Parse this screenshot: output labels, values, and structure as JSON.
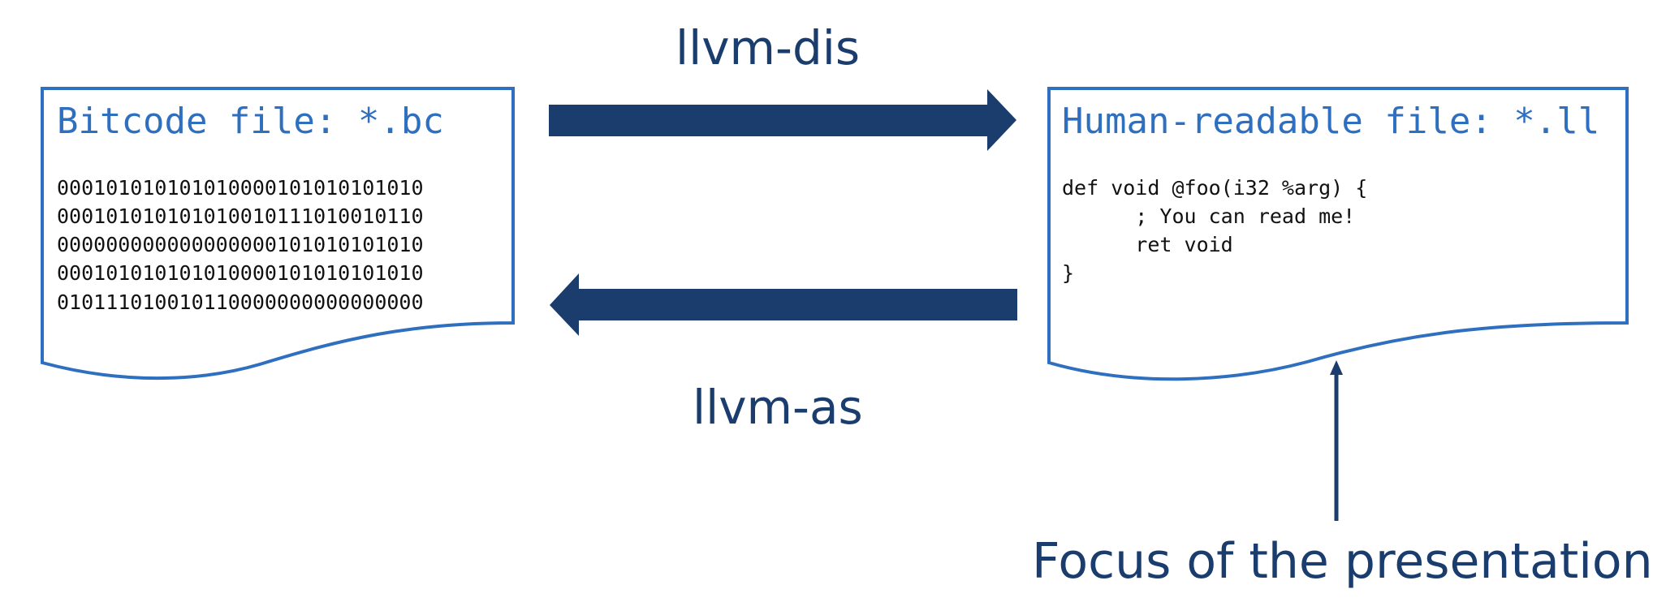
{
  "diagram": {
    "top_label": "llvm-dis",
    "bottom_label": "llvm-as",
    "focus_label": "Focus of the presentation",
    "bitcode_file": {
      "title": "Bitcode file: *.bc",
      "lines": [
        "000101010101010000101010101010",
        "000101010101010010111010010110",
        "000000000000000000101010101010",
        "000101010101010000101010101010",
        "010111010010110000000000000000"
      ]
    },
    "readable_file": {
      "title": "Human-readable file: *.ll",
      "lines": [
        "def void @foo(i32 %arg) {",
        "      ; You can read me!",
        "      ret void",
        "}"
      ]
    }
  },
  "colors": {
    "doc_border": "#2f6fbf",
    "doc_title": "#2f6fbf",
    "arrow": "#1a3d6e",
    "label": "#1a3d6e",
    "code": "#111111"
  },
  "icons": {
    "forward_arrow": "right-arrow-icon",
    "backward_arrow": "left-arrow-icon",
    "pointer_arrow": "up-arrow-icon"
  }
}
